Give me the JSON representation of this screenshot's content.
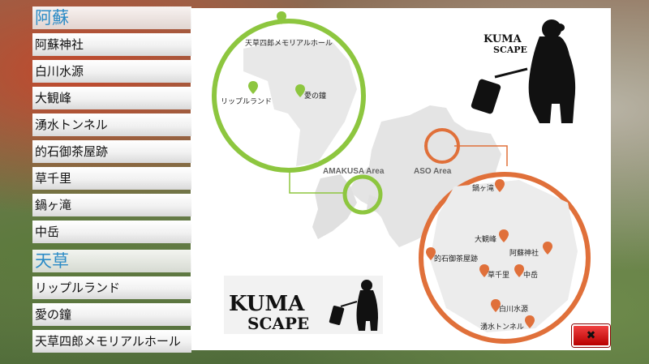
{
  "sidebar": {
    "aso_heading": "阿蘇",
    "aso_items": [
      "阿蘇神社",
      "白川水源",
      "大観峰",
      "湧水トンネル",
      "的石御茶屋跡",
      "草千里",
      "鍋ヶ滝",
      "中岳"
    ],
    "amakusa_heading": "天草",
    "amakusa_items": [
      "リップルランド",
      "愛の鐘",
      "天草四郎メモリアルホール"
    ]
  },
  "map": {
    "amakusa_area_label": "AMAKUSA Area",
    "aso_area_label": "ASO Area",
    "amakusa_pins": [
      "天草四郎メモリアルホール",
      "リップルランド",
      "愛の鐘"
    ],
    "aso_pins": [
      "鍋ヶ滝",
      "大観峰",
      "阿蘇神社",
      "的石御茶屋跡",
      "草千里",
      "中岳",
      "白川水源",
      "湧水トンネル"
    ]
  },
  "logo": {
    "word1": "KUMA",
    "word2": "SCAPE"
  },
  "close_button": {
    "label": "✖"
  },
  "colors": {
    "amakusa_green": "#8dc63f",
    "aso_orange": "#e0703a",
    "heading_blue": "#2b8bc6"
  }
}
